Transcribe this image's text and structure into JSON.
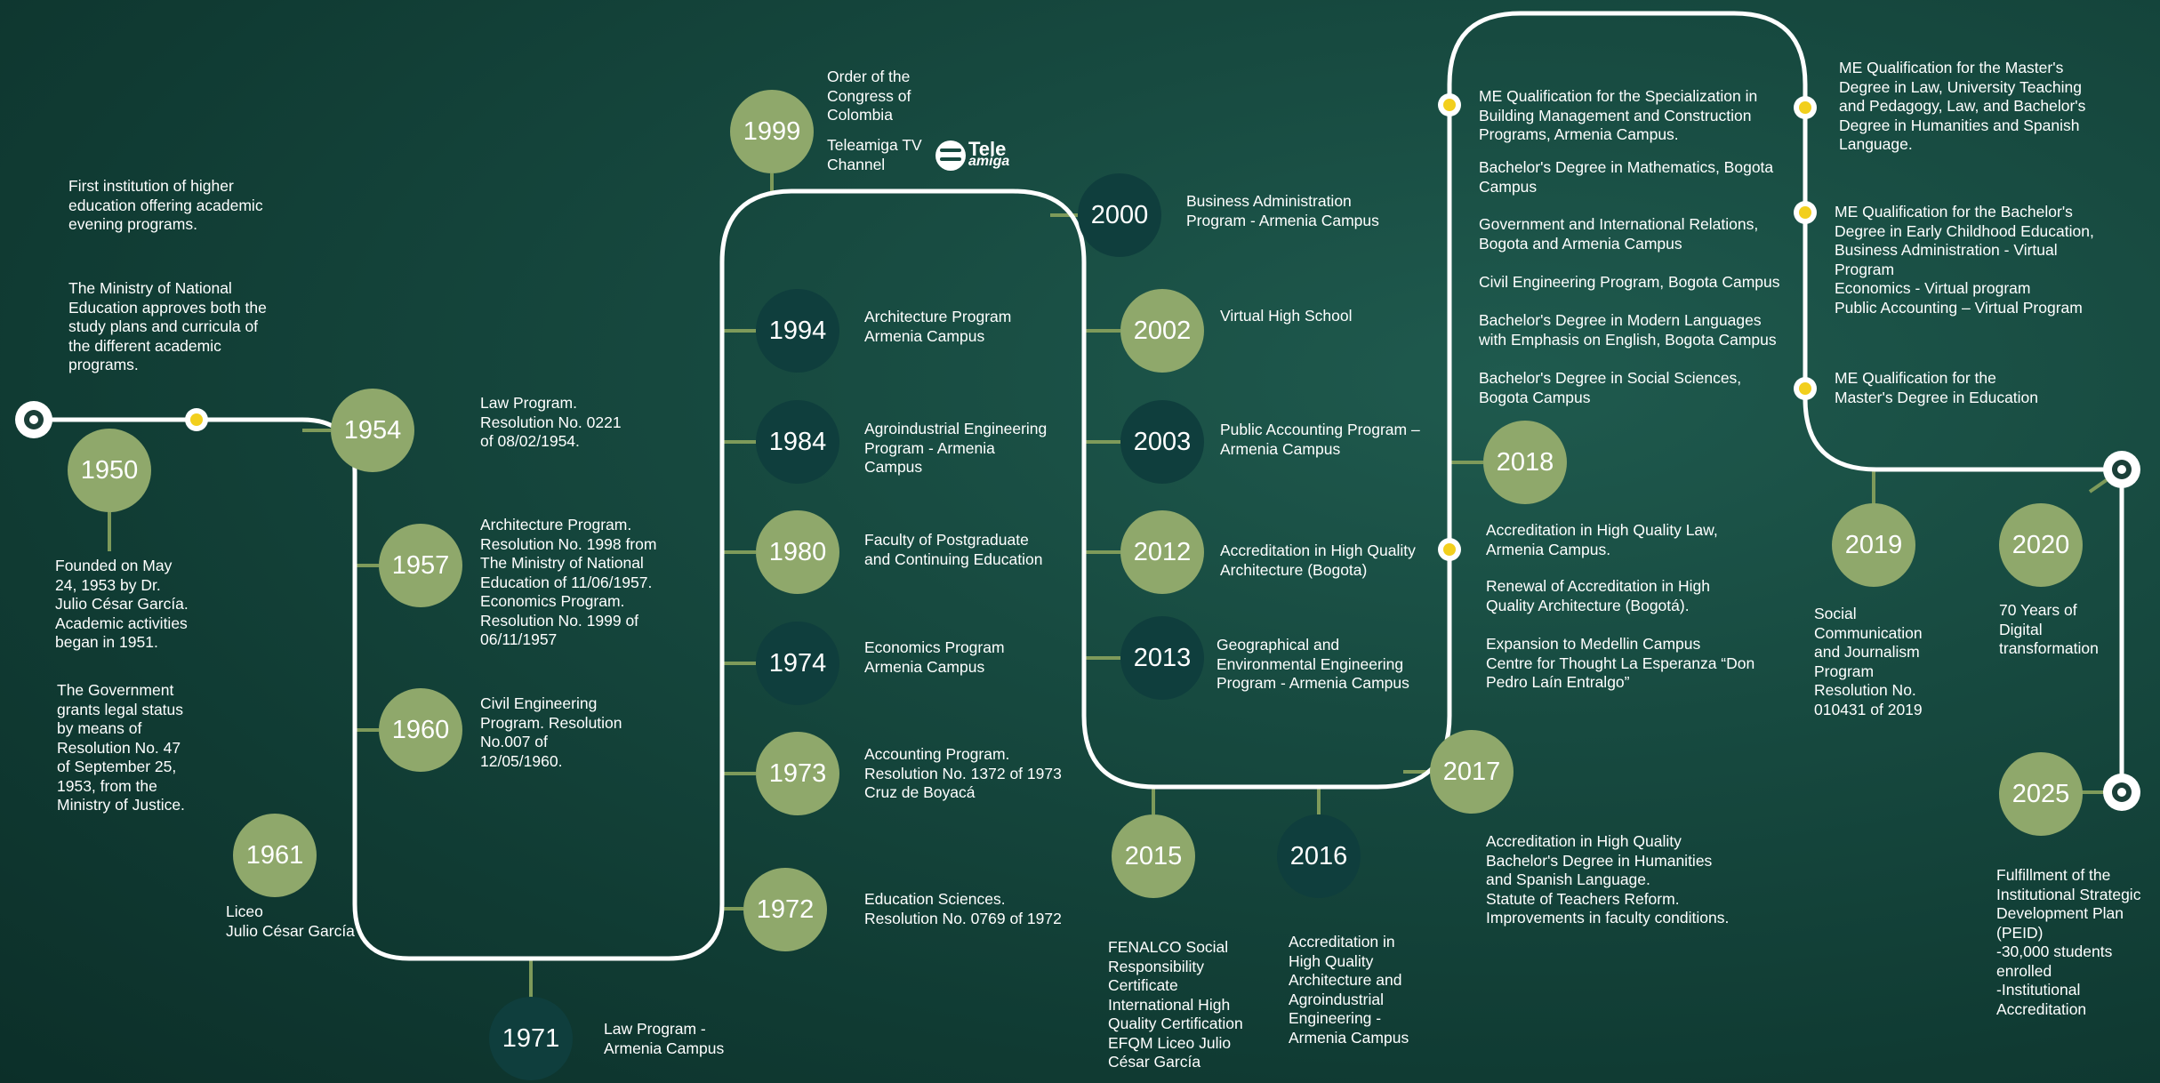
{
  "colors": {
    "light_circle": "#8fa86b",
    "dark_circle": "#0f3e3d",
    "track": "#ffffff",
    "marker_dot": "#f2cf1d",
    "connector": "#7e9a5a"
  },
  "milestones": [
    {
      "year": "1950",
      "text": "Founded on May\n24, 1953 by Dr.\nJulio César García.\nAcademic activities\nbegan in 1951."
    },
    {
      "year": "1954",
      "text": "Law Program.\nResolution No. 0221\nof 08/02/1954."
    },
    {
      "year": "1957",
      "text": "Architecture Program.\nResolution No. 1998 from\nThe Ministry of National\nEducation of 11/06/1957.\nEconomics Program.\nResolution No. 1999 of\n06/11/1957"
    },
    {
      "year": "1960",
      "text": "Civil Engineering\nProgram. Resolution\nNo.007 of\n12/05/1960."
    },
    {
      "year": "1961",
      "text": "Liceo\nJulio César García"
    },
    {
      "year": "1971",
      "text": "Law Program -\nArmenia Campus"
    },
    {
      "year": "1972",
      "text": "Education Sciences.\nResolution No. 0769 of 1972"
    },
    {
      "year": "1973",
      "text": "Accounting Program.\nResolution No. 1372 of 1973\nCruz de Boyacá"
    },
    {
      "year": "1974",
      "text": "Economics Program\nArmenia Campus"
    },
    {
      "year": "1980",
      "text": "Faculty of Postgraduate\nand Continuing Education"
    },
    {
      "year": "1984",
      "text": "Agroindustrial Engineering\nProgram - Armenia\nCampus"
    },
    {
      "year": "1994",
      "text": "Architecture Program\nArmenia Campus"
    },
    {
      "year": "1999",
      "text": "Order of the\nCongress of\nColombia"
    },
    {
      "year": "2000",
      "text": "Business Administration\nProgram - Armenia Campus"
    },
    {
      "year": "2002",
      "text": "Virtual High School"
    },
    {
      "year": "2003",
      "text": "Public Accounting Program –\nArmenia Campus"
    },
    {
      "year": "2012",
      "text": "Accreditation in High Quality\nArchitecture (Bogota)"
    },
    {
      "year": "2013",
      "text": "Geographical and\nEnvironmental Engineering\nProgram - Armenia Campus"
    },
    {
      "year": "2015",
      "text": "FENALCO Social\nResponsibility\nCertificate\nInternational High\nQuality Certification\nEFQM Liceo Julio\nCésar García"
    },
    {
      "year": "2016",
      "text": "Accreditation in\nHigh Quality\nArchitecture and\nAgroindustrial\nEngineering -\nArmenia Campus"
    },
    {
      "year": "2017",
      "text": "Accreditation in High Quality\nBachelor's Degree in Humanities\nand Spanish Language.\nStatute of Teachers Reform.\nImprovements in faculty conditions."
    },
    {
      "year": "2018",
      "text": "Accreditation in High Quality Law,\nArmenia Campus."
    },
    {
      "year": "2019",
      "text": "Social\nCommunication\nand Journalism\nProgram\nResolution No.\n010431 of 2019"
    },
    {
      "year": "2020",
      "text": "70 Years of\nDigital\ntransformation"
    },
    {
      "year": "2025",
      "text": "Fulfillment of the\nInstitutional Strategic\nDevelopment Plan\n(PEID)\n-30,000 students\nenrolled\n-Institutional\nAccreditation"
    }
  ],
  "notes": {
    "first_institution": "First institution of higher\neducation offering academic\nevening programs.",
    "ministry_approval": "The Ministry of National\nEducation approves both the\nstudy plans and curricula of\nthe different academic\nprograms.",
    "government_legal_status": "The Government\ngrants legal status\nby means of\nResolution No. 47\nof September 25,\n1953, from the\nMinistry of Justice.",
    "teleamiga": "Teleamiga TV\nChannel",
    "me_specialization": "ME Qualification for the Specialization in\nBuilding Management and Construction\nPrograms, Armenia Campus.",
    "math_bogota": "Bachelor's Degree in Mathematics, Bogota\nCampus",
    "gov_relations": "Government and International Relations,\nBogota and Armenia Campus",
    "civil_bogota": "Civil Engineering Program, Bogota Campus",
    "modern_languages": "Bachelor's Degree in Modern Languages\nwith Emphasis on English, Bogota Campus",
    "social_sciences": "Bachelor's Degree in Social Sciences,\nBogota Campus",
    "renewal_architecture": "Renewal of Accreditation in High\nQuality Architecture (Bogotá).",
    "medellin_expansion": "Expansion to Medellin Campus\nCentre for Thought La Esperanza “Don\nPedro Laín Entralgo”",
    "me_masters_law": "ME Qualification for the Master's\nDegree in Law, University Teaching\nand Pedagogy, Law, and Bachelor's\nDegree in Humanities and Spanish\nLanguage.",
    "me_early_childhood": "ME Qualification for the Bachelor's\nDegree in Early Childhood Education,\nBusiness Administration - Virtual\nProgram\nEconomics - Virtual program\nPublic Accounting – Virtual Program",
    "me_masters_education": "ME Qualification for the\nMaster's Degree in Education"
  },
  "logo": {
    "top": "Tele",
    "bottom": "amiga"
  }
}
